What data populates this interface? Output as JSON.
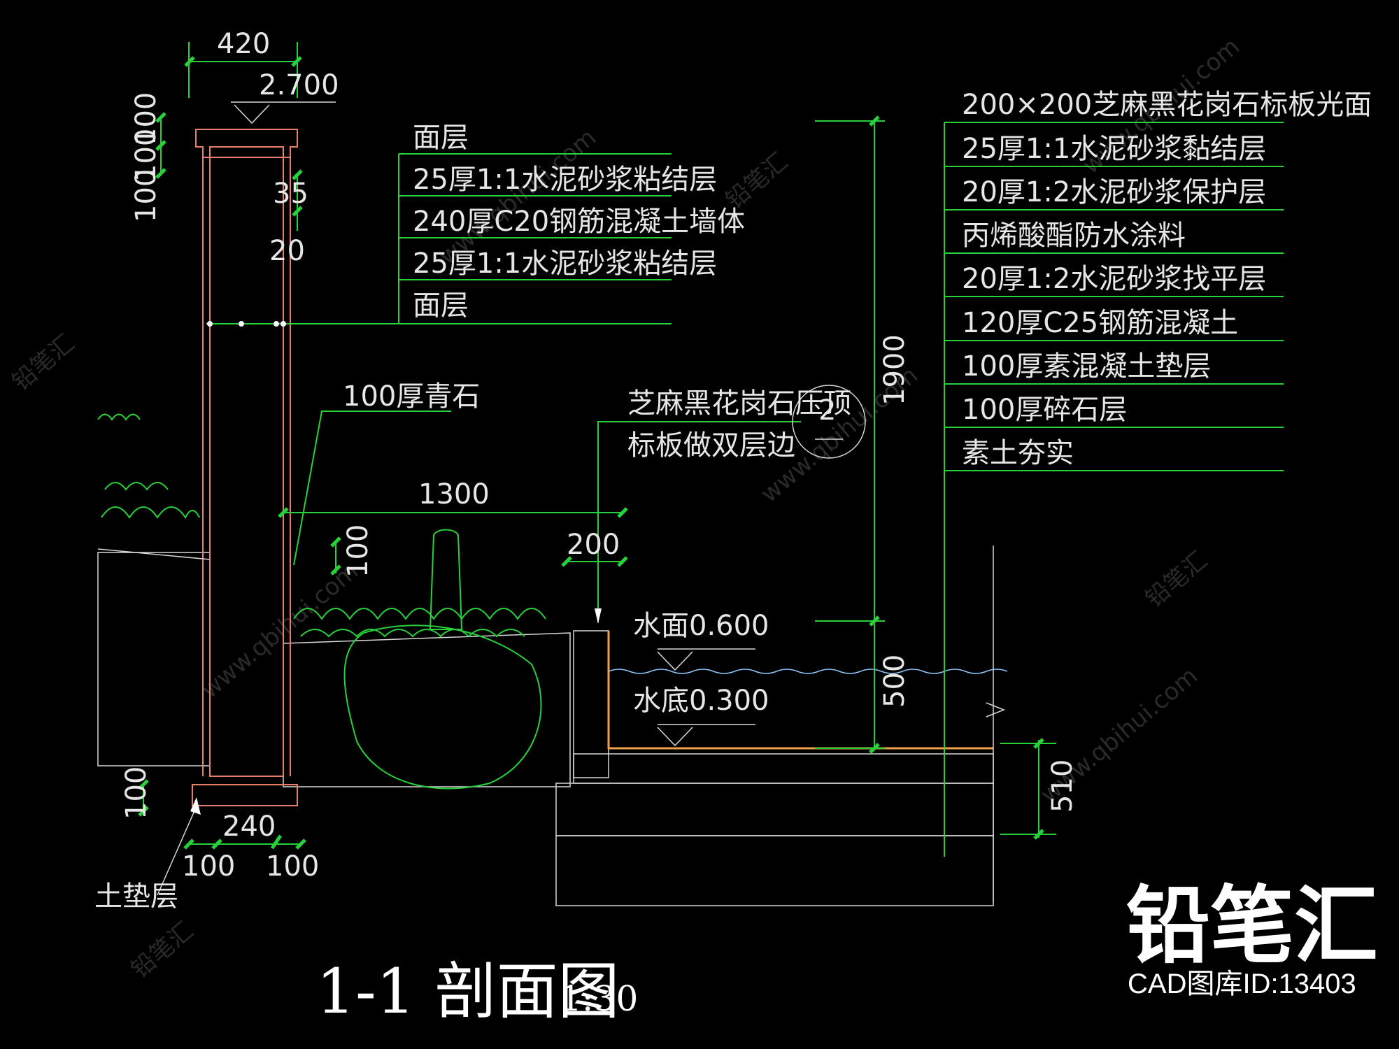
{
  "colors": {
    "background": "#000000",
    "dimension_line": "#27d13a",
    "text": "#e6e6e6",
    "wall_outline": "#e87d6a",
    "finish_line": "#f2a14a"
  },
  "wall_labels": [
    "面层",
    "25厚1:1水泥砂浆粘结层",
    "240厚C20钢筋混凝土墙体",
    "25厚1:1水泥砂浆粘结层",
    "面层"
  ],
  "pool_labels": [
    "200×200芝麻黑花岗石标板光面",
    "25厚1:1水泥砂浆黏结层",
    "20厚1:2水泥砂浆保护层",
    "丙烯酸酯防水涂料",
    "20厚1:2水泥砂浆找平层",
    "120厚C25钢筋混凝土",
    "100厚素混凝土垫层",
    "100厚碎石层",
    "素土夯实"
  ],
  "notes": {
    "stone": "100厚青石",
    "coping_line1": "芝麻黑花岗石压顶",
    "coping_line2": "标板做双层边",
    "base_layer": "土垫层",
    "detail_number": "2"
  },
  "levels": {
    "top": "2.700",
    "water_surface": "水面0.600",
    "water_bottom": "水底0.300"
  },
  "dimensions": {
    "wall_top_width": "420",
    "cap_a": "100",
    "cap_b": "100",
    "cap_c": "100",
    "offset_35": "35",
    "offset_20": "20",
    "planter_width": "1300",
    "coping_200": "200",
    "stone_100": "100",
    "height_1900": "1900",
    "water_500": "500",
    "slab_510": "510",
    "footing_100": "100",
    "footing_240": "240",
    "footing_left": "100",
    "footing_right": "100"
  },
  "title": {
    "main": "1-1 剖面图",
    "scale": "1:30"
  },
  "brand": {
    "name": "铅笔汇",
    "id": "CAD图库ID:13403"
  },
  "watermarks": [
    "www.qbihui.com",
    "铅笔汇"
  ]
}
